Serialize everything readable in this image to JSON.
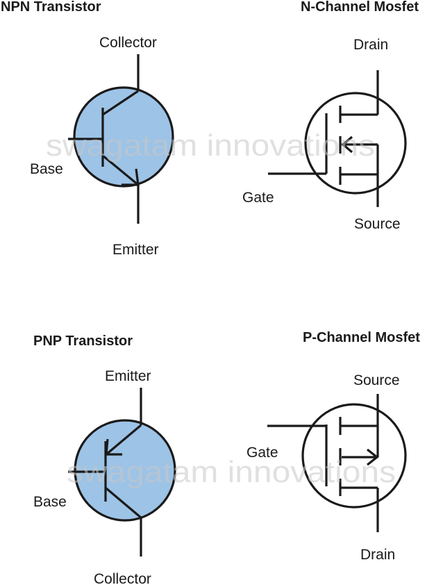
{
  "diagrams": {
    "npn": {
      "title": "NPN Transistor",
      "collector": "Collector",
      "base": "Base",
      "emitter": "Emitter"
    },
    "nmos": {
      "title": "N-Channel Mosfet",
      "drain": "Drain",
      "gate": "Gate",
      "source": "Source"
    },
    "pnp": {
      "title": "PNP Transistor",
      "emitter": "Emitter",
      "base": "Base",
      "collector": "Collector"
    },
    "pmos": {
      "title": "P-Channel Mosfet",
      "source": "Source",
      "gate": "Gate",
      "drain": "Drain"
    }
  },
  "watermark": {
    "top": "swagatam innovations",
    "bottom": "swagatam innovations"
  },
  "colors": {
    "bjt_fill": "#9dc3e6",
    "line": "#1a1a1a",
    "watermark": "#c8c8c8"
  }
}
